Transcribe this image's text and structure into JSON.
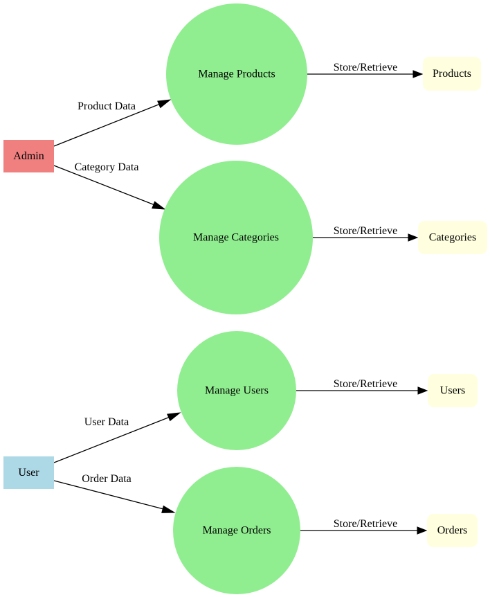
{
  "colors": {
    "external_admin": "#f08080",
    "external_user": "#add8e6",
    "process": "#90ee90",
    "datastore": "#ffffe0",
    "edge": "#000000"
  },
  "nodes": {
    "admin": {
      "label": "Admin",
      "kind": "external-entity"
    },
    "user": {
      "label": "User",
      "kind": "external-entity"
    },
    "manage_products": {
      "label": "Manage Products",
      "kind": "process"
    },
    "manage_categories": {
      "label": "Manage Categories",
      "kind": "process"
    },
    "manage_users": {
      "label": "Manage Users",
      "kind": "process"
    },
    "manage_orders": {
      "label": "Manage Orders",
      "kind": "process"
    },
    "products": {
      "label": "Products",
      "kind": "data-store"
    },
    "categories": {
      "label": "Categories",
      "kind": "data-store"
    },
    "users": {
      "label": "Users",
      "kind": "data-store"
    },
    "orders": {
      "label": "Orders",
      "kind": "data-store"
    }
  },
  "edges": [
    {
      "from": "Admin",
      "to": "Manage Products",
      "label": "Product Data"
    },
    {
      "from": "Admin",
      "to": "Manage Categories",
      "label": "Category Data"
    },
    {
      "from": "User",
      "to": "Manage Users",
      "label": "User Data"
    },
    {
      "from": "User",
      "to": "Manage Orders",
      "label": "Order Data"
    },
    {
      "from": "Manage Products",
      "to": "Products",
      "label": "Store/Retrieve"
    },
    {
      "from": "Manage Categories",
      "to": "Categories",
      "label": "Store/Retrieve"
    },
    {
      "from": "Manage Users",
      "to": "Users",
      "label": "Store/Retrieve"
    },
    {
      "from": "Manage Orders",
      "to": "Orders",
      "label": "Store/Retrieve"
    }
  ]
}
